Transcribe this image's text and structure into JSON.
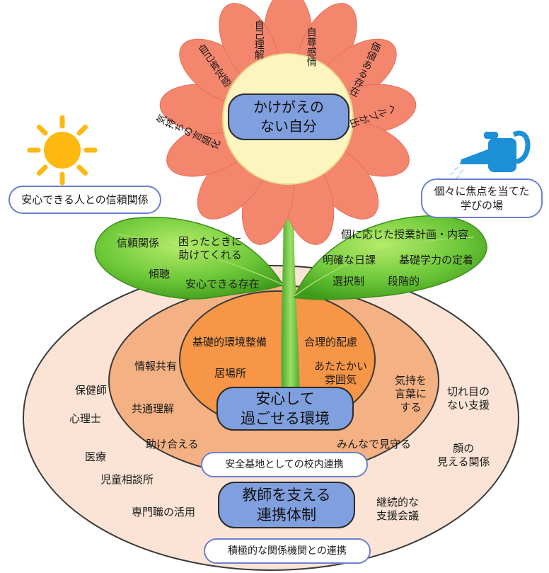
{
  "center": {
    "line1": "かけがえの",
    "line2": "ない自分"
  },
  "petals": [
    "自己肯定感",
    "自己理解",
    "自尊感情",
    "価値ある存在",
    "ヘルプが出せる",
    "気持ちの言語化"
  ],
  "callouts": {
    "left": "安心できる人との信頼関係",
    "right_line1": "個々に焦点を当てた",
    "right_line2": "学びの場"
  },
  "left_leaf": {
    "trust": "信頼関係",
    "helps_line1": "困ったときに",
    "helps_line2": "助けてくれる",
    "listen": "傾聴",
    "secure": "安心できる存在"
  },
  "right_leaf": {
    "plan": "個に応じた授業計画・内容",
    "schedule": "明確な日課",
    "basics": "基礎学力の定着",
    "choice": "選択制",
    "steps": "段階的"
  },
  "inner_circle": {
    "env": "基礎的環境整備",
    "accommodation": "合理的配慮",
    "place": "居場所",
    "warm_line1": "あたたかい",
    "warm_line2": "雰囲気",
    "title_line1": "安心して",
    "title_line2": "過ごせる環境"
  },
  "middle_ring": {
    "info": "情報共有",
    "understanding": "共通理解",
    "help": "助け合える",
    "feelings_line1": "気持を",
    "feelings_line2": "言葉に",
    "feelings_line3": "する",
    "watch": "みんなで見守る",
    "label": "安全基地としての校内連携"
  },
  "outer_ring": {
    "nurse": "保健師",
    "psych": "心理士",
    "medical": "医療",
    "child_center": "児童相談所",
    "specialists": "専門職の活用",
    "seamless_line1": "切れ目の",
    "seamless_line2": "ない支援",
    "faces_line1": "顔の",
    "faces_line2": "見える関係",
    "meeting_line1": "継続的な",
    "meeting_line2": "支援会議",
    "title_line1": "教師を支える",
    "title_line2": "連携体制",
    "label": "積極的な関係機関との連携"
  },
  "colors": {
    "outer": "#fbe4d5",
    "middle": "#f4b183",
    "inner": "#f79646",
    "petal": "#f4866e",
    "flower_center": "#fdf5c0",
    "leaf": "#6dc838",
    "pill": "#7f9fdf",
    "sun": "#fdb812",
    "can": "#1d8fd6"
  }
}
